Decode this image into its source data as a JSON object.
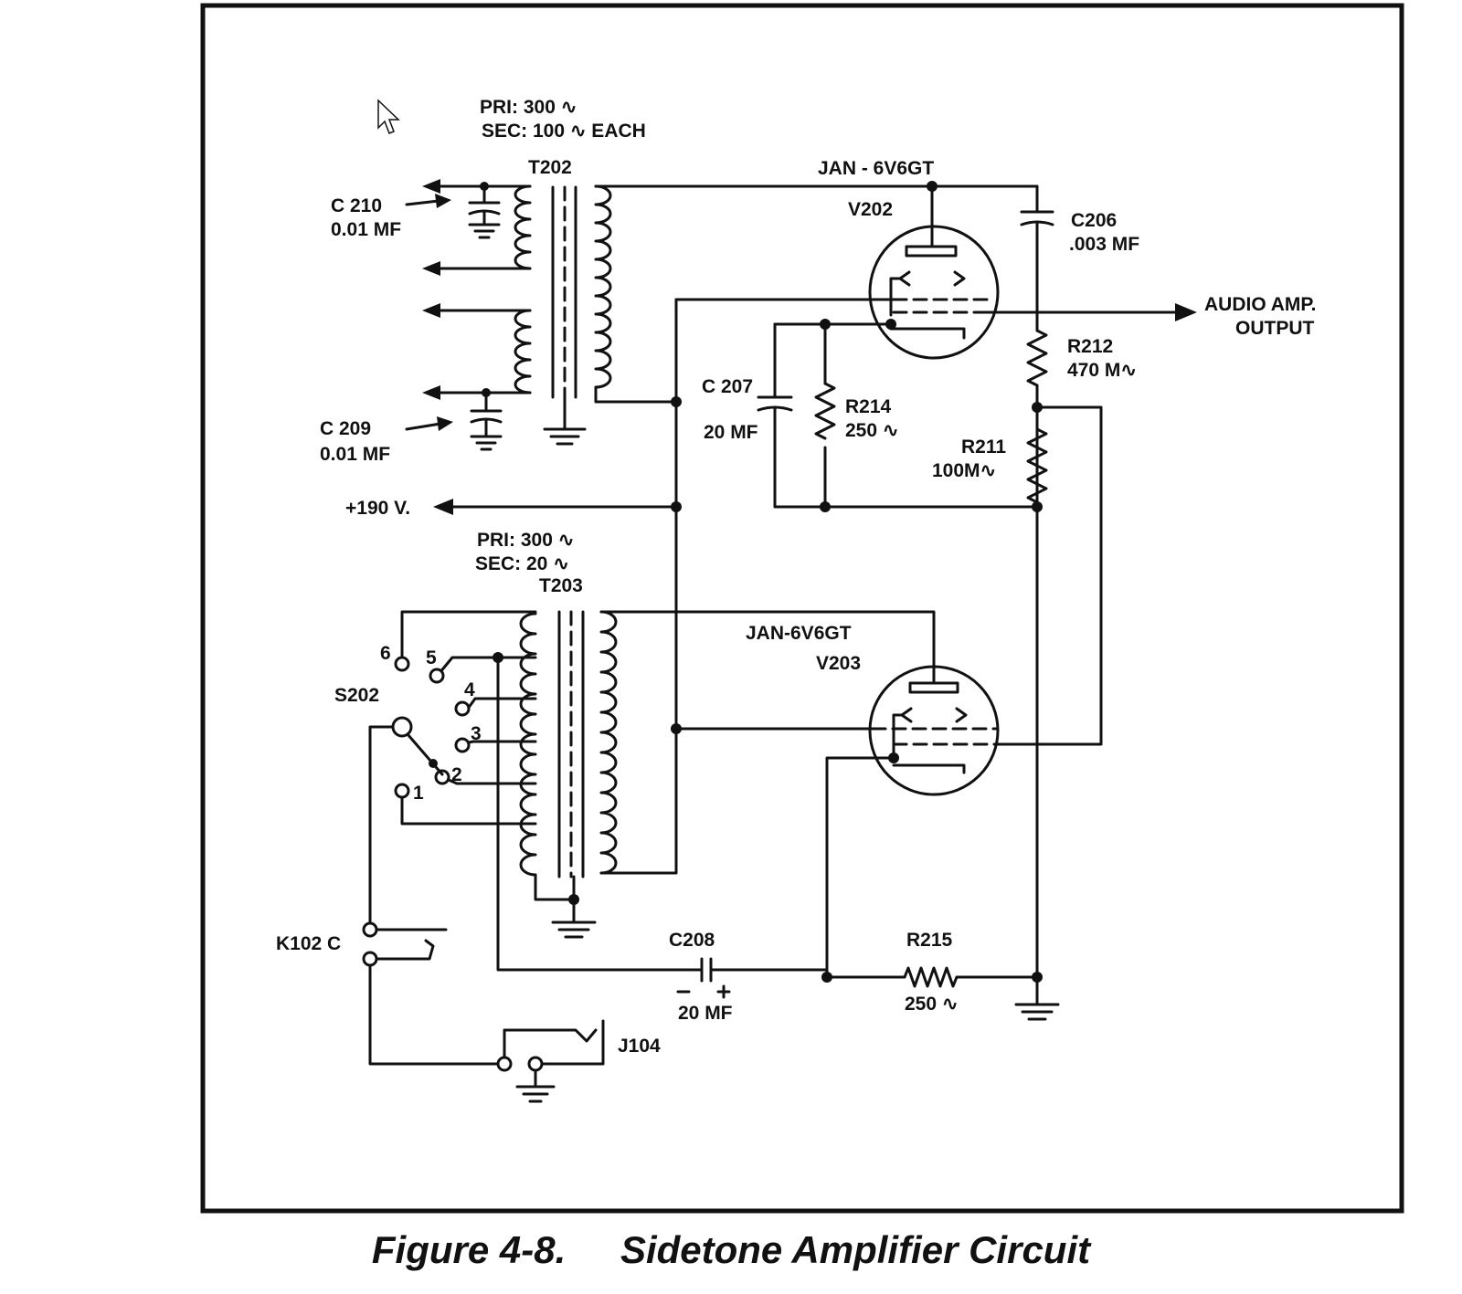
{
  "labels": {
    "t202_pri": "PRI: 300 ∿",
    "t202_sec": "SEC: 100 ∿ EACH",
    "t202": "T202",
    "c210": "C 210",
    "c210_val": "0.01 MF",
    "c209": "C 209",
    "c209_val": "0.01 MF",
    "v202_type": "JAN - 6V6GT",
    "v202": "V202",
    "c206": "C206",
    "c206_val": ".003 MF",
    "audio_out_1": "AUDIO AMP.",
    "audio_out_2": "OUTPUT",
    "r212": "R212",
    "r212_val": "470 M∿",
    "c207": "C 207",
    "c207_val": "20 MF",
    "r214": "R214",
    "r214_val": "250 ∿",
    "r211": "R211",
    "r211_val": "100M∿",
    "plus190": "+190 V.",
    "t203_pri": "PRI: 300 ∿",
    "t203_sec": "SEC: 20 ∿",
    "t203": "T203",
    "v203_type": "JAN-6V6GT",
    "v203": "V203",
    "s202": "S202",
    "tap1": "1",
    "tap2": "2",
    "tap3": "3",
    "tap4": "4",
    "tap5": "5",
    "tap6": "6",
    "k102c": "K102 C",
    "c208": "C208",
    "c208_val": "20 MF",
    "r215": "R215",
    "r215_val": "250 ∿",
    "j104": "J104"
  },
  "caption": {
    "figure": "Figure 4-8.",
    "title": "Sidetone Amplifier Circuit"
  }
}
